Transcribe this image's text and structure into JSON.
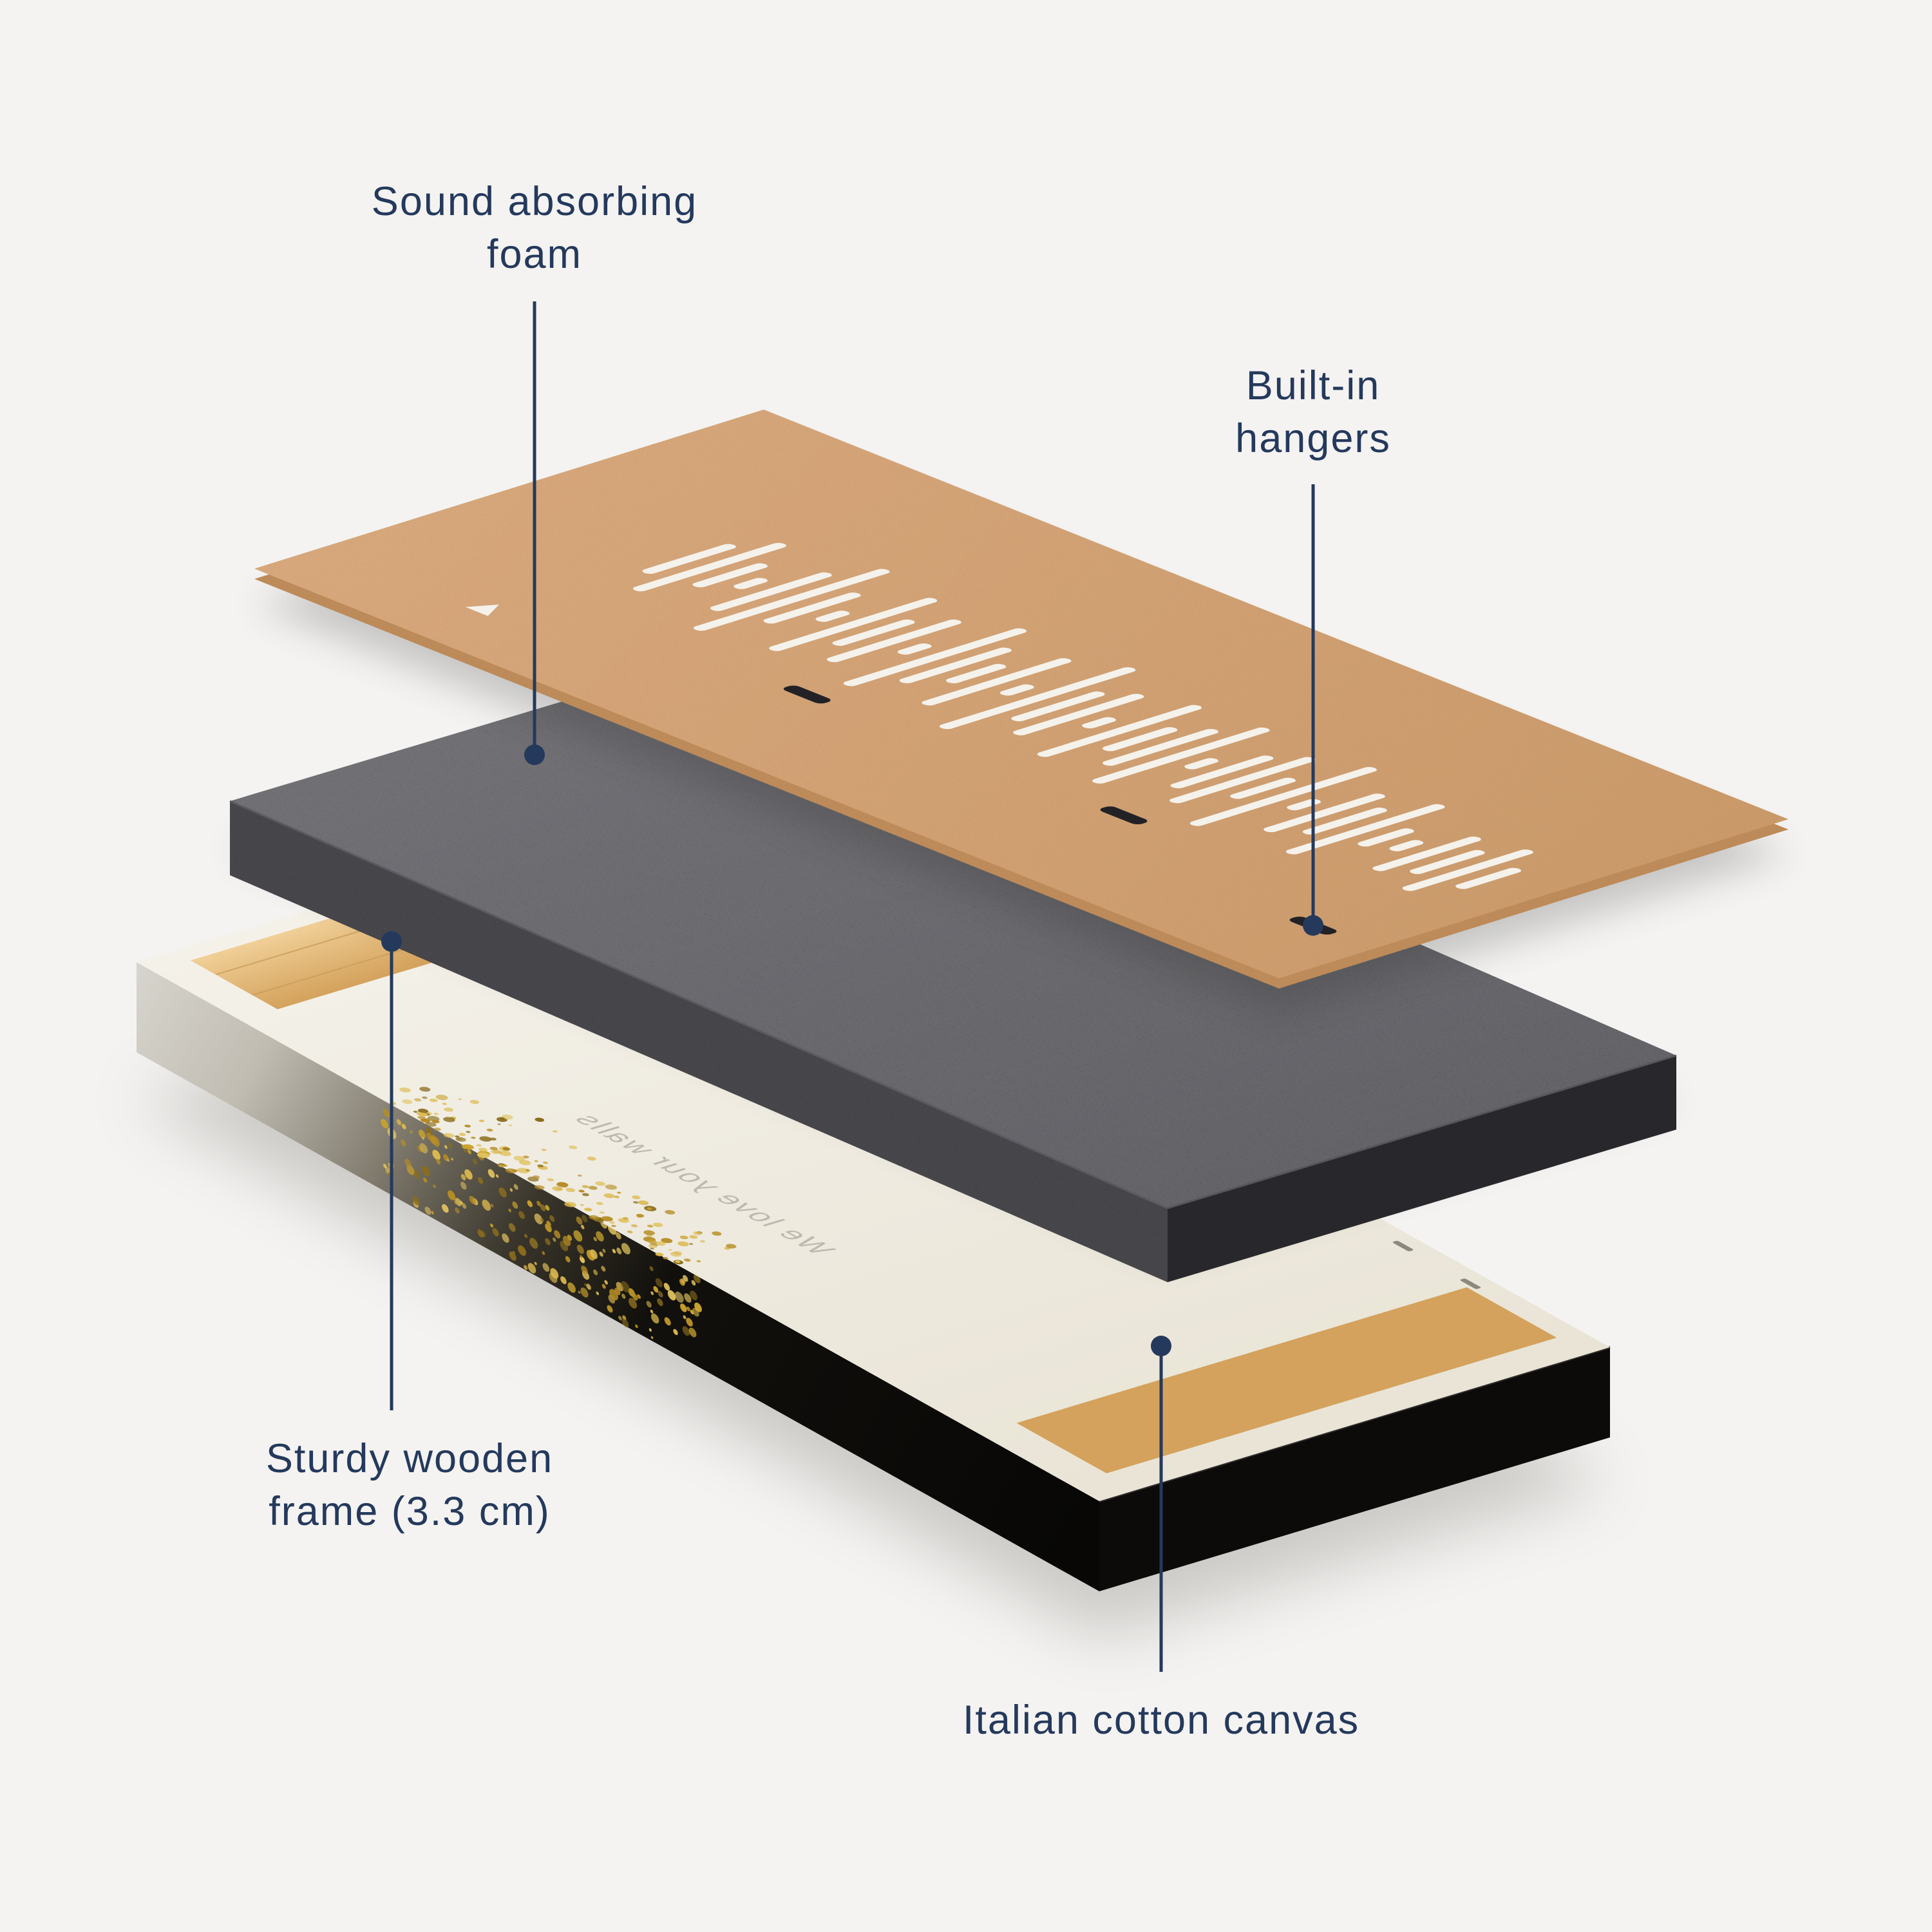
{
  "page": {
    "background": "#f4f3f1",
    "accent": "#24395c"
  },
  "callouts": [
    {
      "id": "foam",
      "lines": [
        "Sound absorbing",
        "foam"
      ]
    },
    {
      "id": "hangers",
      "lines": [
        "Built-in",
        "hangers"
      ]
    },
    {
      "id": "frame",
      "lines": [
        "Sturdy wooden",
        "frame (3.3 cm)"
      ]
    },
    {
      "id": "canvas",
      "lines": [
        "Italian cotton canvas"
      ]
    }
  ],
  "canvas_back_print": "We love your walls",
  "layers": [
    {
      "name": "perforated-backing-panel",
      "color": "#dca87c"
    },
    {
      "name": "sound-absorbing-foam",
      "color": "#47474d"
    },
    {
      "name": "canvas-on-wooden-frame",
      "color": "#f1ede3",
      "side_color": "#0d0c0b"
    }
  ],
  "soundwave": {
    "values": [
      0.4,
      0.72,
      0.3,
      0.08,
      0.55,
      0.95,
      0.42,
      0.08,
      0.8,
      0.34,
      0.62,
      0.08,
      0.88,
      0.5,
      0.22,
      0.7,
      0.08,
      0.95,
      0.4,
      0.6,
      0.08,
      0.78,
      0.3,
      0.52,
      0.85,
      0.08,
      0.45,
      0.68,
      0.25,
      0.9,
      0.08,
      0.55,
      0.35,
      0.75,
      0.2,
      0.08,
      0.48,
      0.3,
      0.6,
      0.25
    ]
  },
  "hanger_slots": [
    {
      "u": 215,
      "v": 675
    },
    {
      "u": 228,
      "v": 1172
    },
    {
      "u": 150,
      "v": 1555
    }
  ],
  "colors": {
    "board": "#dfa97c",
    "board_edge": "#bd8a59",
    "slot": "#f5f2ec",
    "foam_top": "#47474d",
    "foam_left": "#313136",
    "foam_right": "#28282c",
    "canvas_top": "#f1ede3",
    "wood": "#e4bc82",
    "frame_side": "#0d0c0b",
    "gold": "#c9a22c"
  }
}
